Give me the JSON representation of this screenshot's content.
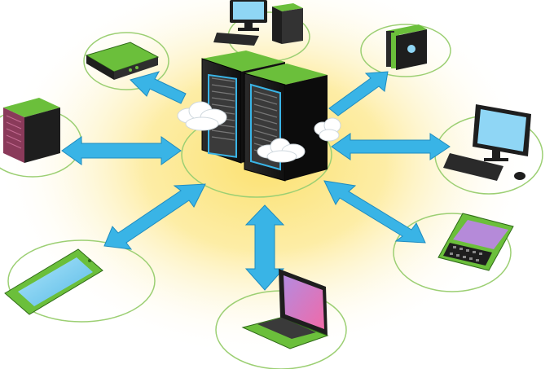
{
  "diagram": {
    "type": "hub-and-spoke network",
    "hub": {
      "icon": "server-rack-icon",
      "count": 2
    },
    "connector": {
      "style": "double-headed-arrow",
      "color": "#39b4e6"
    },
    "nodes": [
      {
        "id": "desktop-tower-top",
        "icon": "desktop-computer-icon"
      },
      {
        "id": "router-left",
        "icon": "router-icon"
      },
      {
        "id": "server-box-left",
        "icon": "server-box-icon"
      },
      {
        "id": "storage-drive-right",
        "icon": "storage-drive-icon"
      },
      {
        "id": "monitor-right",
        "icon": "desktop-monitor-icon"
      },
      {
        "id": "smartphone-left",
        "icon": "smartphone-icon"
      },
      {
        "id": "laptop-bottom",
        "icon": "laptop-icon"
      },
      {
        "id": "blackberry-right",
        "icon": "qwerty-phone-icon"
      }
    ]
  },
  "colors": {
    "glow": "#fbe170",
    "arrow": "#39b4e6",
    "device_green": "#6bbf3b",
    "device_dark": "#1e1e1e",
    "screen_blue": "#8fd6f5",
    "laptop_screen": "#e06ab3",
    "phone_screen": "#b58ad9",
    "ring": "#9ccf73"
  }
}
